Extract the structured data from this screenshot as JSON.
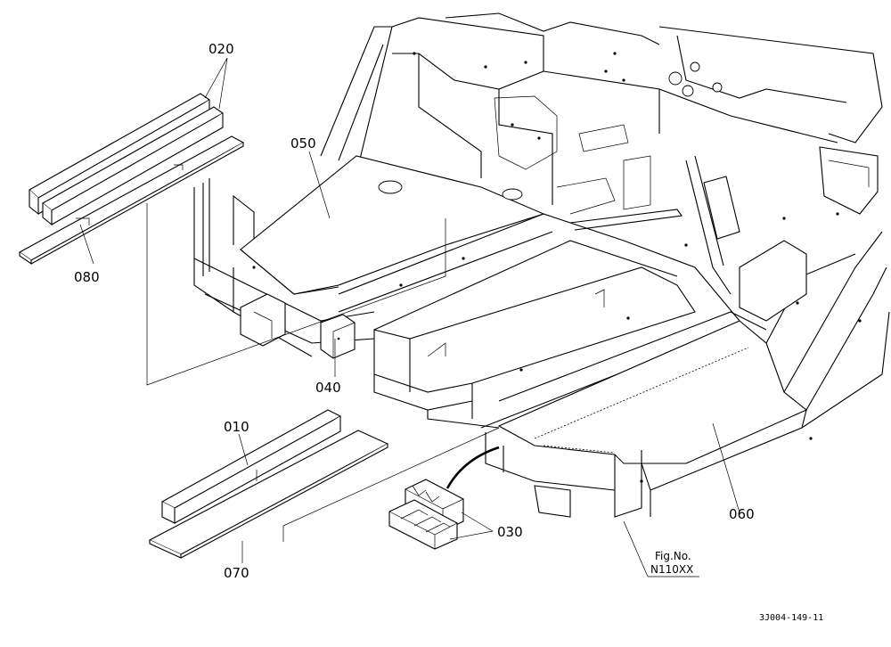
{
  "callouts": {
    "p010": "010",
    "p020": "020",
    "p030": "030",
    "p040": "040",
    "p050": "050",
    "p060": "060",
    "p070": "070",
    "p080": "080"
  },
  "figure_ref": {
    "label": "Fig.No.",
    "number": "N110XX"
  },
  "drawing_code": "3J004-149-11"
}
